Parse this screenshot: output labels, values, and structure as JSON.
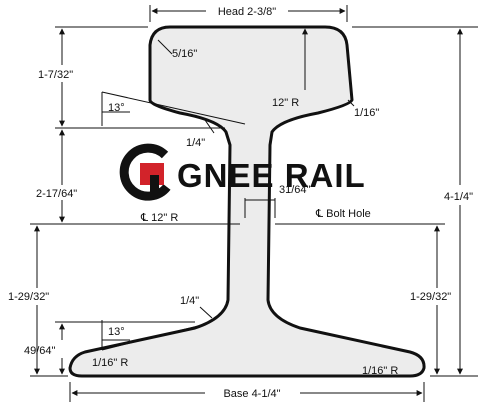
{
  "diagram": {
    "head_label": "Head 2-3/8\"",
    "base_label": "Base 4-1/4\"",
    "height_label": "4-1/4\"",
    "head_depth_label": "1-7/32\"",
    "web_height_label": "2-17/64\"",
    "base_height_label_left": "1-29/32\"",
    "base_height_label_right": "1-29/32\"",
    "base_edge_label": "49/64\"",
    "head_corner_radius_label": "5/16\"",
    "head_top_radius_label": "12\" R",
    "head_edge_radius_label": "1/16\"",
    "upper_angle_label": "13°",
    "upper_fillet_label": "1/4\"",
    "web_thickness_label": "31/64\"",
    "web_radius_label": "℄ 12\" R",
    "bolt_hole_label": "℄ Bolt Hole",
    "lower_fillet_label": "1/4\"",
    "lower_angle_label": "13°",
    "base_left_radius_label": "1/16\" R",
    "base_right_radius_label": "1/16\" R"
  },
  "brand": {
    "name": "GNEE RAIL",
    "logo_icon": "g-letter-logo-icon",
    "logo_color": "#d2232a"
  }
}
